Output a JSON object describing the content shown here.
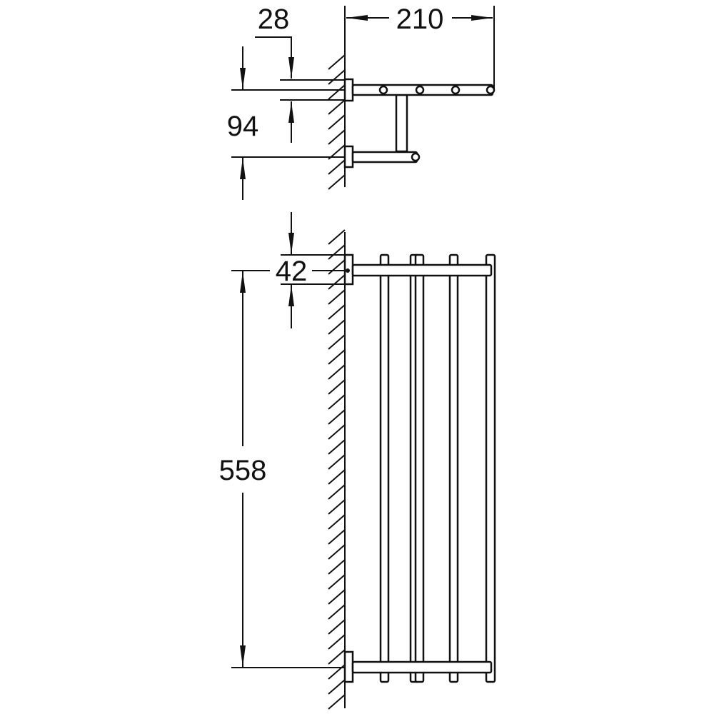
{
  "drawing": {
    "top_view": {
      "dim_depth": "210",
      "dim_flange": "28",
      "dim_spacing": "94"
    },
    "front_view": {
      "dim_flange": "42",
      "dim_height": "558"
    },
    "color": "#111111"
  }
}
